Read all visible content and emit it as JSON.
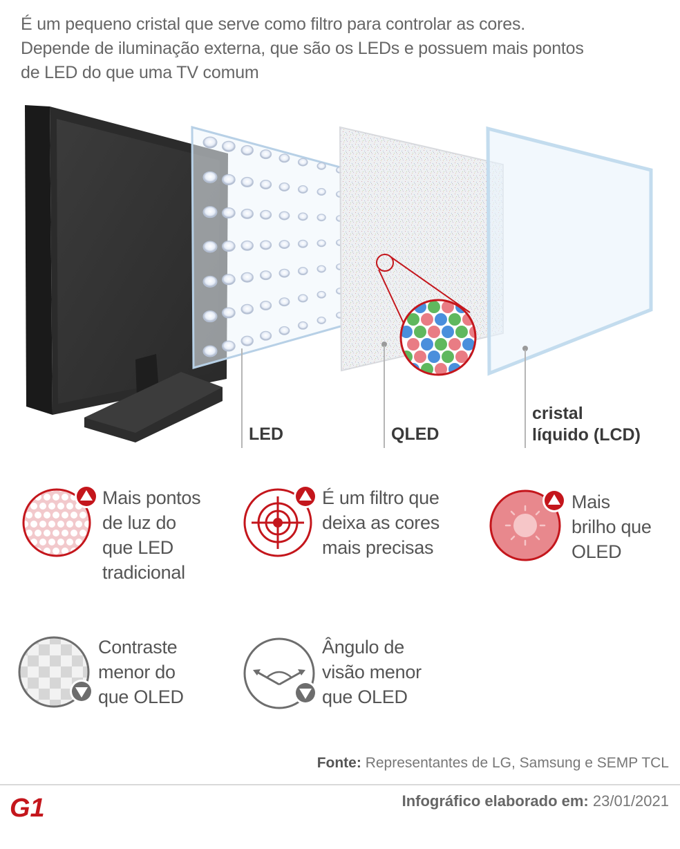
{
  "intro": {
    "line1": "É um pequeno cristal que serve como filtro para controlar as cores.",
    "line2": "Depende de iluminação externa, que são os LEDs e possuem mais pontos",
    "line3": "de LED do que uma TV comum"
  },
  "layers": {
    "led": "LED",
    "qled": "QLED",
    "lcd_line1": "cristal",
    "lcd_line2": "líquido (LCD)"
  },
  "features": [
    {
      "icon": "light-dots-icon",
      "trend": "up",
      "lines": [
        "Mais pontos",
        "de luz do",
        "que LED",
        "tradicional"
      ]
    },
    {
      "icon": "target-icon",
      "trend": "up",
      "lines": [
        "É um filtro que",
        "deixa as cores",
        "mais precisas"
      ]
    },
    {
      "icon": "brightness-sun-icon",
      "trend": "up",
      "lines": [
        "Mais",
        "brilho que",
        "OLED"
      ]
    },
    {
      "icon": "contrast-checker-icon",
      "trend": "down",
      "lines": [
        "Contraste",
        "menor do",
        "que OLED"
      ]
    },
    {
      "icon": "viewing-angle-icon",
      "trend": "down",
      "lines": [
        "Ângulo de",
        "visão menor",
        "que OLED"
      ]
    }
  ],
  "footer": {
    "source_label": "Fonte:",
    "source_text": "Representantes de LG, Samsung e SEMP TCL",
    "credit_label": "Infográfico elaborado em:",
    "credit_date": "23/01/2021",
    "logo": "G1"
  },
  "colors": {
    "accent": "#c4161c",
    "text": "#555555",
    "label": "#3a3a3a"
  }
}
